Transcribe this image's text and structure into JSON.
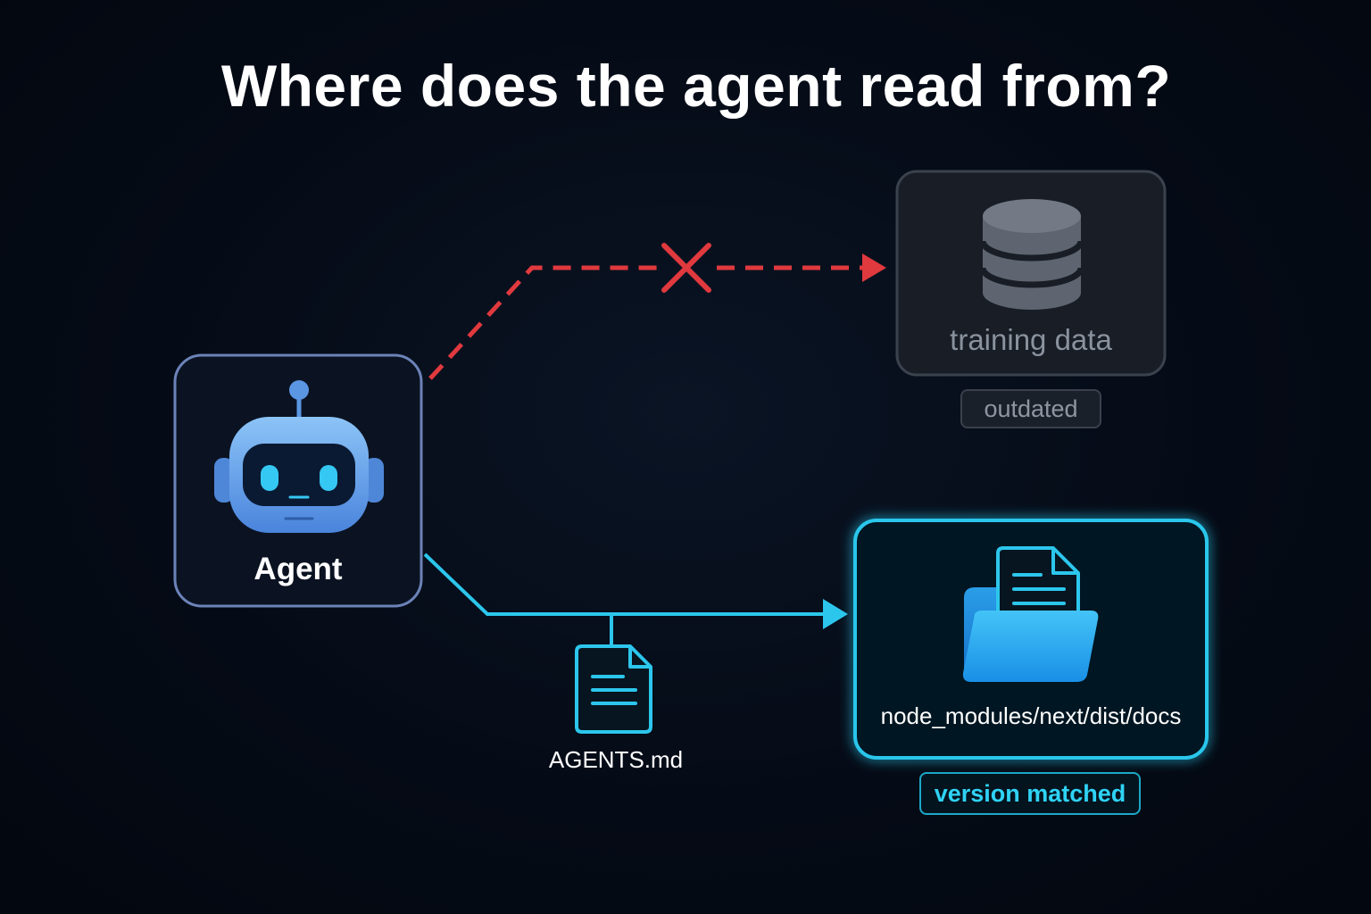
{
  "title": "Where does the agent read from?",
  "agent": {
    "label": "Agent",
    "icon": "robot-icon"
  },
  "training_source": {
    "label": "training data",
    "badge": "outdated",
    "icon": "database-icon",
    "status": "rejected"
  },
  "docs_source": {
    "label": "node_modules/next/dist/docs",
    "badge": "version matched",
    "icon": "folder-document-icon",
    "status": "accepted"
  },
  "via_file": {
    "label": "AGENTS.md",
    "icon": "document-icon"
  },
  "colors": {
    "background": "#040a14",
    "rejected": "#e0393e",
    "accepted": "#2cc6ec",
    "agent_border": "#6c83b8",
    "muted": "#8a929e"
  }
}
